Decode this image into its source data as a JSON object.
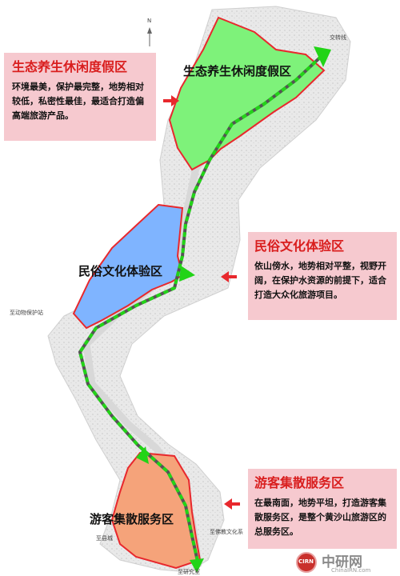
{
  "zones": [
    {
      "id": "eco",
      "title": "生态养生休闲度假区",
      "description": "环境最美，保护最完整，地势相对较低，私密性最佳，最适合打造偏高端旅游产品。",
      "map_label": "生态养生休闲度假区",
      "fill_color": "#7ef27a"
    },
    {
      "id": "folk",
      "title": "民俗文化体验区",
      "description": "依山傍水，地势相对平整，视野开阔，在保护水资源的前提下，适合打造大众化旅游项目。",
      "map_label": "民俗文化体验区",
      "fill_color": "#7fb4ff"
    },
    {
      "id": "visitor",
      "title": "游客集散服务区",
      "description": "在最南面，地势平坦，打造游客集散服务区，是整个黄沙山旅游区的总服务区。",
      "map_label": "游客集散服务区",
      "fill_color": "#f5a37a"
    }
  ],
  "road_labels": {
    "top_right": "交转线",
    "mid_left": "至动物保护站",
    "bottom_mid": "至佛教文化系",
    "bottom_left": "至县城",
    "bottom_center": "至研究室"
  },
  "north_marker": "N",
  "watermark": {
    "logo": "CIRN",
    "name": "中研网",
    "url": "ChinaIRN.com"
  },
  "colors": {
    "zone_border": "#e8282d",
    "arrow": "#e8282d",
    "path_green": "#22d417",
    "path_dark": "#555555",
    "panel_bg": "#f6c9cf",
    "panel_title": "#d91e1e"
  },
  "icons": [
    "red-arrow-icon",
    "north-arrow-icon",
    "green-arrow-icon",
    "cirn-logo-icon"
  ]
}
